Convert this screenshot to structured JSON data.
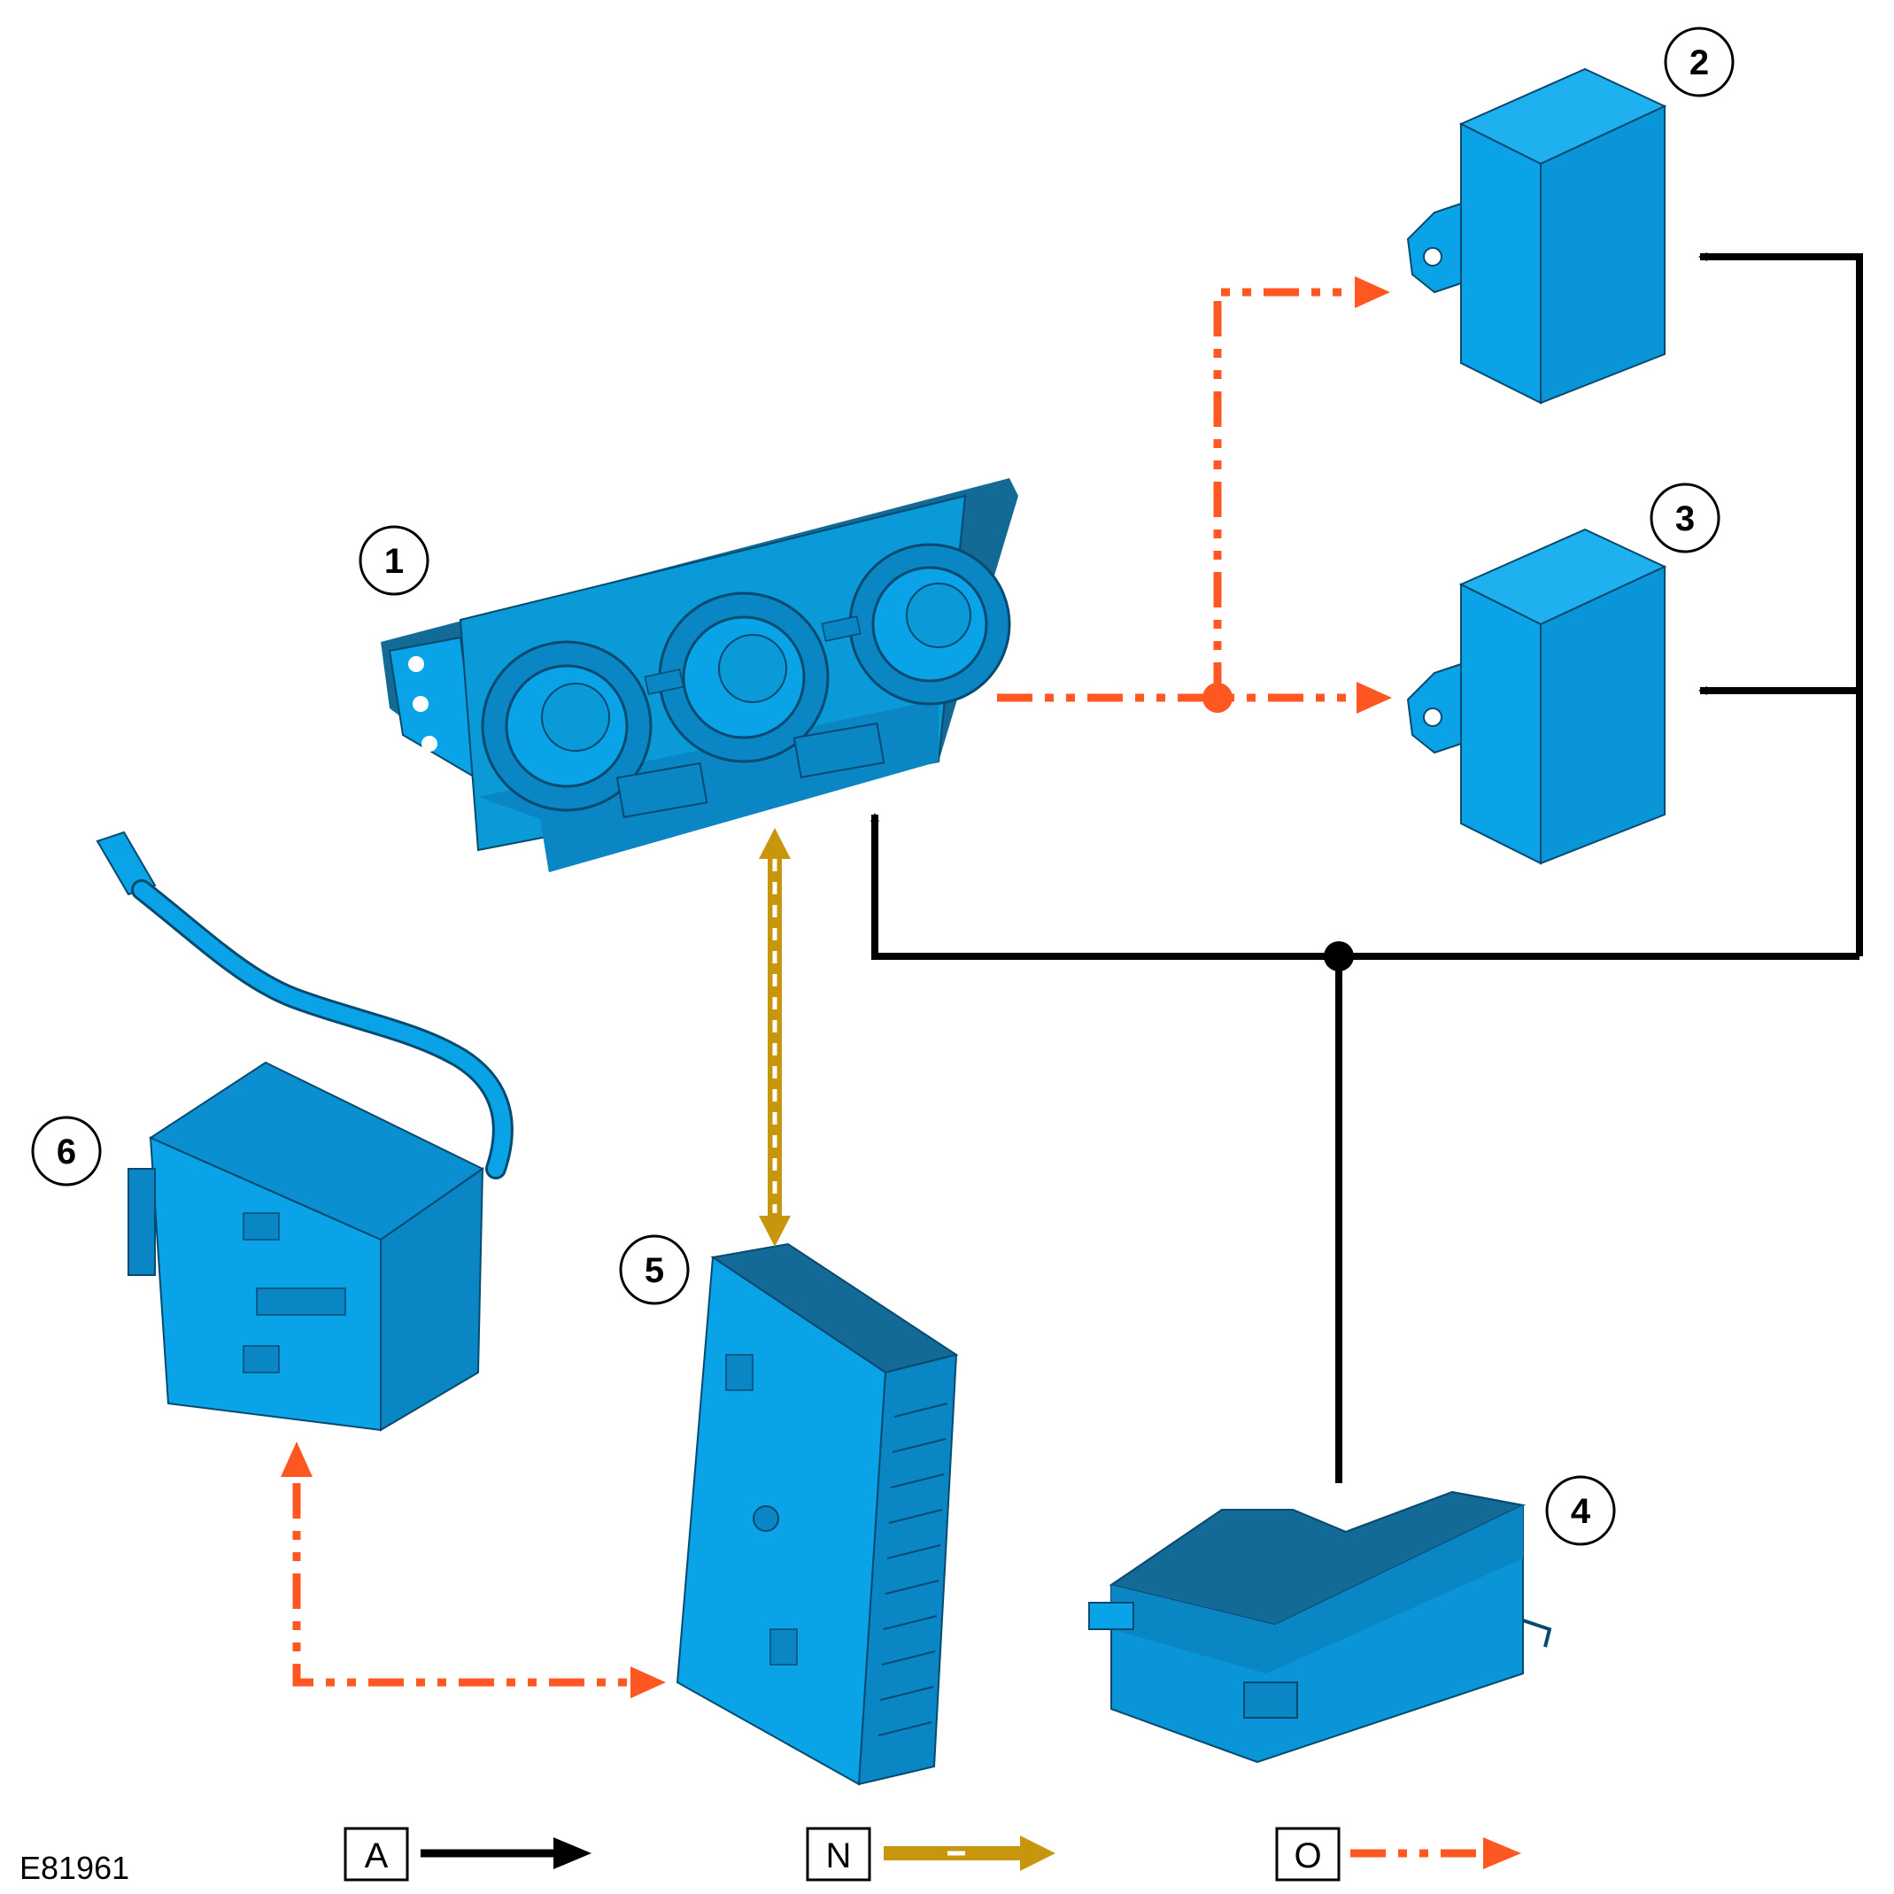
{
  "figure_id": "E81961",
  "colors": {
    "component_fill": "#0aa3e8",
    "component_shade": "#0a7fc0",
    "component_dark": "#136a96",
    "component_edge": "#074a70",
    "line_a": "#000000",
    "line_n": "#c8960c",
    "line_o": "#ff5722"
  },
  "callouts": [
    {
      "id": "1",
      "label": "1"
    },
    {
      "id": "2",
      "label": "2"
    },
    {
      "id": "3",
      "label": "3"
    },
    {
      "id": "4",
      "label": "4"
    },
    {
      "id": "5",
      "label": "5"
    },
    {
      "id": "6",
      "label": "6"
    }
  ],
  "legend": [
    {
      "key": "A",
      "line_style": "solid",
      "color": "#000000"
    },
    {
      "key": "N",
      "line_style": "dashed-white",
      "color": "#c8960c"
    },
    {
      "key": "O",
      "line_style": "dash-dot-dot",
      "color": "#ff5722"
    }
  ],
  "components": [
    {
      "id": "1",
      "icon": "climate-control-panel-icon"
    },
    {
      "id": "2",
      "icon": "control-module-icon"
    },
    {
      "id": "3",
      "icon": "control-module-icon"
    },
    {
      "id": "4",
      "icon": "control-module-icon"
    },
    {
      "id": "5",
      "icon": "control-module-icon"
    },
    {
      "id": "6",
      "icon": "module-with-harness-icon"
    }
  ]
}
